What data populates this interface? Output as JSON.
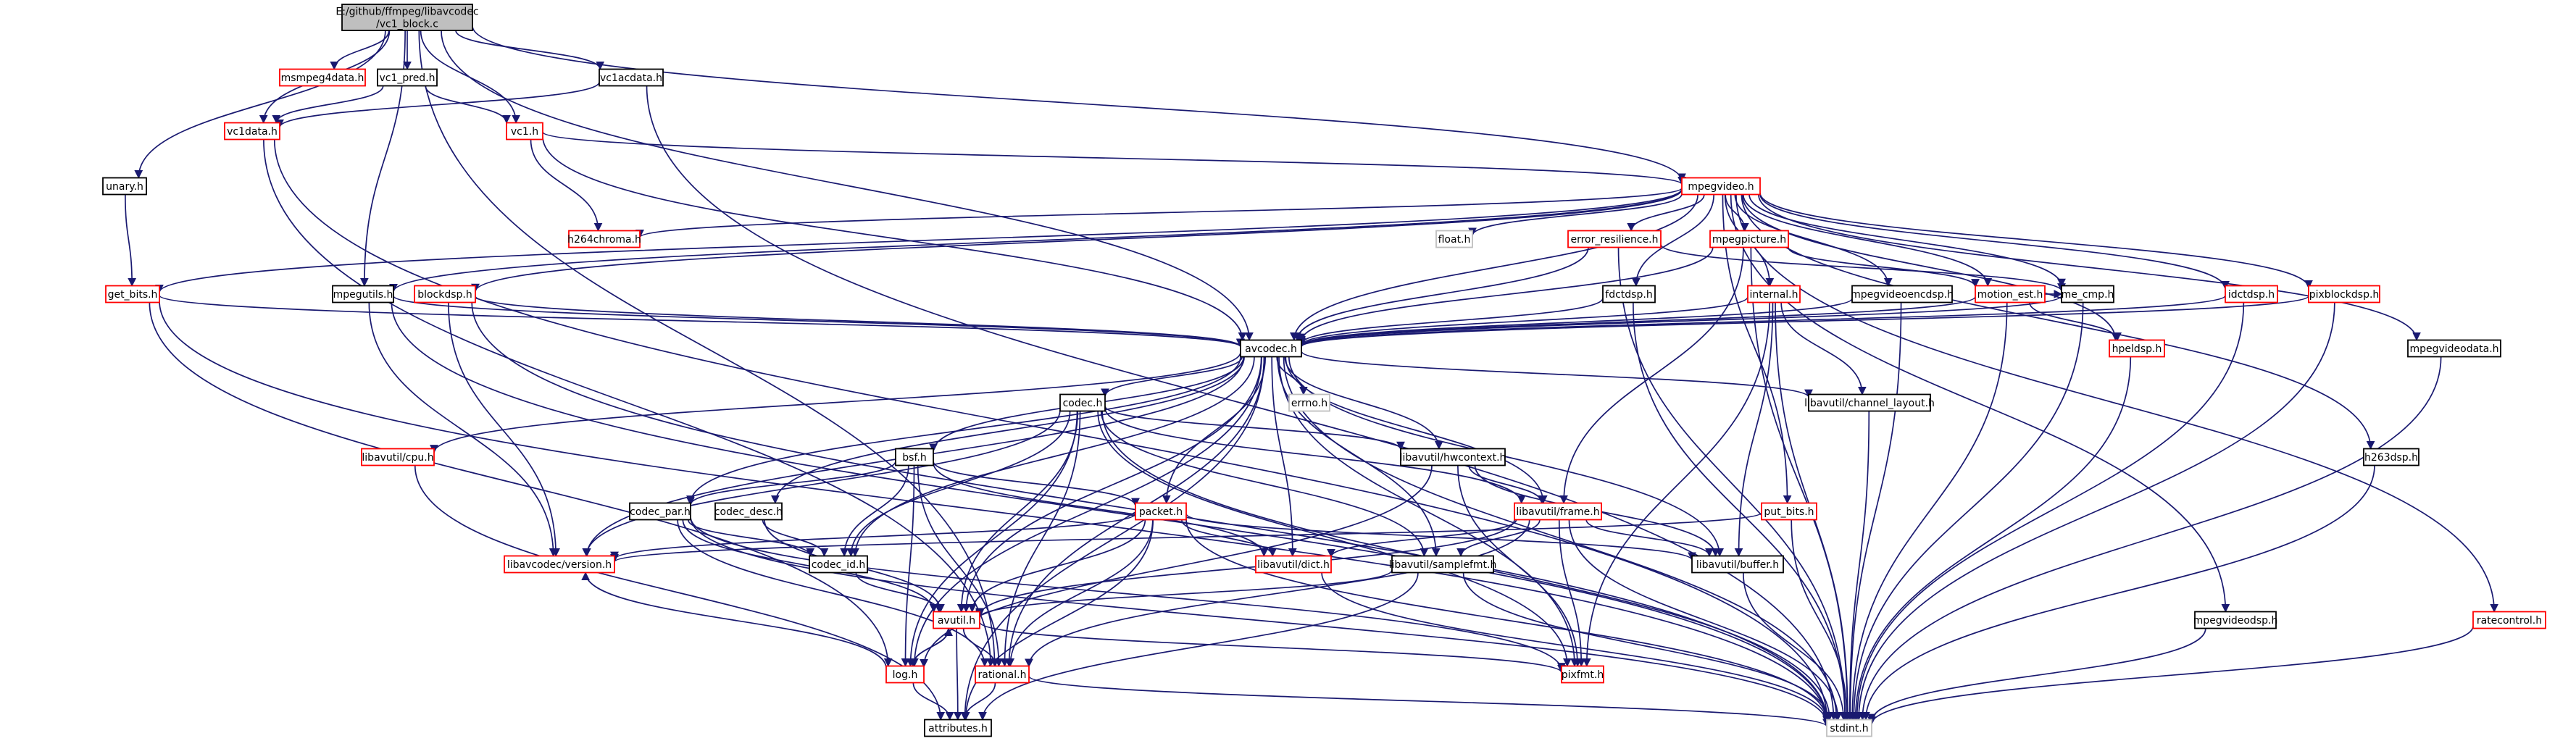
{
  "graph": {
    "root": "E:/github/ffmpeg/libavcodec/vc1_block.c",
    "colors": {
      "edge": "#191970",
      "root_fill": "#bfbfbf",
      "root_border": "#000000",
      "local_border": "#000000",
      "linked_border": "#ff0000",
      "external_border": "#bfbfbf",
      "node_fill": "#ffffff",
      "text": "#000000"
    },
    "nodes": [
      {
        "id": "root",
        "lines": [
          "E:/github/ffmpeg/libavcodec",
          "/vc1_block.c"
        ],
        "style": "root"
      },
      {
        "id": "msmpeg4data",
        "lines": [
          "msmpeg4data.h"
        ],
        "style": "linked"
      },
      {
        "id": "vc1_pred",
        "lines": [
          "vc1_pred.h"
        ],
        "style": "local"
      },
      {
        "id": "vc1acdata",
        "lines": [
          "vc1acdata.h"
        ],
        "style": "local"
      },
      {
        "id": "vc1data",
        "lines": [
          "vc1data.h"
        ],
        "style": "linked"
      },
      {
        "id": "vc1",
        "lines": [
          "vc1.h"
        ],
        "style": "linked"
      },
      {
        "id": "unary",
        "lines": [
          "unary.h"
        ],
        "style": "local"
      },
      {
        "id": "mpegvideo",
        "lines": [
          "mpegvideo.h"
        ],
        "style": "linked"
      },
      {
        "id": "h264chroma",
        "lines": [
          "h264chroma.h"
        ],
        "style": "linked"
      },
      {
        "id": "float",
        "lines": [
          "float.h"
        ],
        "style": "external"
      },
      {
        "id": "error_resilience",
        "lines": [
          "error_resilience.h"
        ],
        "style": "linked"
      },
      {
        "id": "mpegpicture",
        "lines": [
          "mpegpicture.h"
        ],
        "style": "linked"
      },
      {
        "id": "get_bits",
        "lines": [
          "get_bits.h"
        ],
        "style": "linked"
      },
      {
        "id": "mpegutils",
        "lines": [
          "mpegutils.h"
        ],
        "style": "local"
      },
      {
        "id": "blockdsp",
        "lines": [
          "blockdsp.h"
        ],
        "style": "linked"
      },
      {
        "id": "fdctdsp",
        "lines": [
          "fdctdsp.h"
        ],
        "style": "local"
      },
      {
        "id": "internal",
        "lines": [
          "internal.h"
        ],
        "style": "linked"
      },
      {
        "id": "mpegvideoencdsp",
        "lines": [
          "mpegvideoencdsp.h"
        ],
        "style": "local"
      },
      {
        "id": "motion_est",
        "lines": [
          "motion_est.h"
        ],
        "style": "linked"
      },
      {
        "id": "me_cmp",
        "lines": [
          "me_cmp.h"
        ],
        "style": "local"
      },
      {
        "id": "idctdsp",
        "lines": [
          "idctdsp.h"
        ],
        "style": "linked"
      },
      {
        "id": "pixblockdsp",
        "lines": [
          "pixblockdsp.h"
        ],
        "style": "linked"
      },
      {
        "id": "mpegvideodata",
        "lines": [
          "mpegvideodata.h"
        ],
        "style": "local"
      },
      {
        "id": "avcodec",
        "lines": [
          "avcodec.h"
        ],
        "style": "local"
      },
      {
        "id": "hpeldsp",
        "lines": [
          "hpeldsp.h"
        ],
        "style": "linked"
      },
      {
        "id": "errno",
        "lines": [
          "errno.h"
        ],
        "style": "external"
      },
      {
        "id": "codec",
        "lines": [
          "codec.h"
        ],
        "style": "local"
      },
      {
        "id": "channel_layout",
        "lines": [
          "libavutil/channel_layout.h"
        ],
        "style": "local"
      },
      {
        "id": "cpu",
        "lines": [
          "libavutil/cpu.h"
        ],
        "style": "linked"
      },
      {
        "id": "bsf",
        "lines": [
          "bsf.h"
        ],
        "style": "local"
      },
      {
        "id": "hwcontext",
        "lines": [
          "libavutil/hwcontext.h"
        ],
        "style": "local"
      },
      {
        "id": "h263dsp",
        "lines": [
          "h263dsp.h"
        ],
        "style": "local"
      },
      {
        "id": "codec_par",
        "lines": [
          "codec_par.h"
        ],
        "style": "local"
      },
      {
        "id": "codec_desc",
        "lines": [
          "codec_desc.h"
        ],
        "style": "local"
      },
      {
        "id": "packet",
        "lines": [
          "packet.h"
        ],
        "style": "linked"
      },
      {
        "id": "frame",
        "lines": [
          "libavutil/frame.h"
        ],
        "style": "linked"
      },
      {
        "id": "put_bits",
        "lines": [
          "put_bits.h"
        ],
        "style": "linked"
      },
      {
        "id": "version",
        "lines": [
          "libavcodec/version.h"
        ],
        "style": "linked"
      },
      {
        "id": "codec_id",
        "lines": [
          "codec_id.h"
        ],
        "style": "local"
      },
      {
        "id": "dict",
        "lines": [
          "libavutil/dict.h"
        ],
        "style": "linked"
      },
      {
        "id": "samplefmt",
        "lines": [
          "libavutil/samplefmt.h"
        ],
        "style": "local"
      },
      {
        "id": "buffer",
        "lines": [
          "libavutil/buffer.h"
        ],
        "style": "local"
      },
      {
        "id": "avutil",
        "lines": [
          "avutil.h"
        ],
        "style": "linked"
      },
      {
        "id": "mpegvideodsp",
        "lines": [
          "mpegvideodsp.h"
        ],
        "style": "local"
      },
      {
        "id": "ratecontrol",
        "lines": [
          "ratecontrol.h"
        ],
        "style": "linked"
      },
      {
        "id": "log",
        "lines": [
          "log.h"
        ],
        "style": "linked"
      },
      {
        "id": "rational",
        "lines": [
          "rational.h"
        ],
        "style": "linked"
      },
      {
        "id": "pixfmt",
        "lines": [
          "pixfmt.h"
        ],
        "style": "linked"
      },
      {
        "id": "attributes",
        "lines": [
          "attributes.h"
        ],
        "style": "local"
      },
      {
        "id": "stdint",
        "lines": [
          "stdint.h"
        ],
        "style": "external"
      }
    ],
    "edges": [
      [
        "root",
        "msmpeg4data"
      ],
      [
        "root",
        "vc1_pred"
      ],
      [
        "root",
        "vc1acdata"
      ],
      [
        "root",
        "vc1data"
      ],
      [
        "root",
        "vc1"
      ],
      [
        "root",
        "unary"
      ],
      [
        "root",
        "mpegvideo"
      ],
      [
        "root",
        "avcodec"
      ],
      [
        "root",
        "mpegutils"
      ],
      [
        "root",
        "rational"
      ],
      [
        "vc1_pred",
        "vc1data"
      ],
      [
        "vc1_pred",
        "vc1"
      ],
      [
        "vc1acdata",
        "vc1data"
      ],
      [
        "vc1acdata",
        "stdint"
      ],
      [
        "vc1data",
        "stdint"
      ],
      [
        "vc1data",
        "rational"
      ],
      [
        "vc1",
        "mpegvideo"
      ],
      [
        "vc1",
        "h264chroma"
      ],
      [
        "vc1",
        "avcodec"
      ],
      [
        "unary",
        "get_bits"
      ],
      [
        "get_bits",
        "stdint"
      ],
      [
        "get_bits",
        "avcodec"
      ],
      [
        "get_bits",
        "log"
      ],
      [
        "mpegvideo",
        "h264chroma"
      ],
      [
        "mpegvideo",
        "float"
      ],
      [
        "mpegvideo",
        "error_resilience"
      ],
      [
        "mpegvideo",
        "mpegpicture"
      ],
      [
        "mpegvideo",
        "get_bits"
      ],
      [
        "mpegvideo",
        "mpegutils"
      ],
      [
        "mpegvideo",
        "blockdsp"
      ],
      [
        "mpegvideo",
        "fdctdsp"
      ],
      [
        "mpegvideo",
        "internal"
      ],
      [
        "mpegvideo",
        "mpegvideoencdsp"
      ],
      [
        "mpegvideo",
        "motion_est"
      ],
      [
        "mpegvideo",
        "me_cmp"
      ],
      [
        "mpegvideo",
        "idctdsp"
      ],
      [
        "mpegvideo",
        "pixblockdsp"
      ],
      [
        "mpegvideo",
        "mpegvideodata"
      ],
      [
        "mpegvideo",
        "hpeldsp"
      ],
      [
        "mpegvideo",
        "h263dsp"
      ],
      [
        "mpegvideo",
        "put_bits"
      ],
      [
        "mpegvideo",
        "mpegvideodsp"
      ],
      [
        "mpegvideo",
        "ratecontrol"
      ],
      [
        "mpegvideo",
        "avcodec"
      ],
      [
        "error_resilience",
        "stdint"
      ],
      [
        "error_resilience",
        "avcodec"
      ],
      [
        "error_resilience",
        "me_cmp"
      ],
      [
        "mpegpicture",
        "avcodec"
      ],
      [
        "mpegpicture",
        "motion_est"
      ],
      [
        "mpegpicture",
        "frame"
      ],
      [
        "mpegpicture",
        "stdint"
      ],
      [
        "mpegutils",
        "avcodec"
      ],
      [
        "mpegutils",
        "stdint"
      ],
      [
        "mpegutils",
        "version"
      ],
      [
        "blockdsp",
        "stdint"
      ],
      [
        "blockdsp",
        "avcodec"
      ],
      [
        "blockdsp",
        "version"
      ],
      [
        "fdctdsp",
        "avcodec"
      ],
      [
        "fdctdsp",
        "stdint"
      ],
      [
        "internal",
        "avcodec"
      ],
      [
        "internal",
        "channel_layout"
      ],
      [
        "internal",
        "buffer"
      ],
      [
        "internal",
        "pixfmt"
      ],
      [
        "internal",
        "stdint"
      ],
      [
        "mpegvideoencdsp",
        "avcodec"
      ],
      [
        "mpegvideoencdsp",
        "stdint"
      ],
      [
        "motion_est",
        "avcodec"
      ],
      [
        "motion_est",
        "hpeldsp"
      ],
      [
        "motion_est",
        "me_cmp"
      ],
      [
        "motion_est",
        "stdint"
      ],
      [
        "me_cmp",
        "avcodec"
      ],
      [
        "me_cmp",
        "stdint"
      ],
      [
        "idctdsp",
        "avcodec"
      ],
      [
        "idctdsp",
        "stdint"
      ],
      [
        "pixblockdsp",
        "avcodec"
      ],
      [
        "pixblockdsp",
        "stdint"
      ],
      [
        "hpeldsp",
        "stdint"
      ],
      [
        "mpegvideodata",
        "stdint"
      ],
      [
        "h263dsp",
        "stdint"
      ],
      [
        "mpegvideodsp",
        "stdint"
      ],
      [
        "ratecontrol",
        "stdint"
      ],
      [
        "put_bits",
        "stdint"
      ],
      [
        "put_bits",
        "version"
      ],
      [
        "avcodec",
        "errno"
      ],
      [
        "avcodec",
        "codec"
      ],
      [
        "avcodec",
        "channel_layout"
      ],
      [
        "avcodec",
        "cpu"
      ],
      [
        "avcodec",
        "bsf"
      ],
      [
        "avcodec",
        "hwcontext"
      ],
      [
        "avcodec",
        "codec_par"
      ],
      [
        "avcodec",
        "codec_desc"
      ],
      [
        "avcodec",
        "packet"
      ],
      [
        "avcodec",
        "frame"
      ],
      [
        "avcodec",
        "version"
      ],
      [
        "avcodec",
        "codec_id"
      ],
      [
        "avcodec",
        "dict"
      ],
      [
        "avcodec",
        "samplefmt"
      ],
      [
        "avcodec",
        "buffer"
      ],
      [
        "avcodec",
        "avutil"
      ],
      [
        "avcodec",
        "log"
      ],
      [
        "avcodec",
        "rational"
      ],
      [
        "avcodec",
        "pixfmt"
      ],
      [
        "avcodec",
        "attributes"
      ],
      [
        "avcodec",
        "stdint"
      ],
      [
        "codec",
        "hwcontext"
      ],
      [
        "codec",
        "samplefmt"
      ],
      [
        "codec",
        "frame"
      ],
      [
        "codec",
        "pixfmt"
      ],
      [
        "codec",
        "rational"
      ],
      [
        "codec",
        "log"
      ],
      [
        "codec",
        "avutil"
      ],
      [
        "codec",
        "codec_id"
      ],
      [
        "codec",
        "version"
      ],
      [
        "codec",
        "stdint"
      ],
      [
        "channel_layout",
        "stdint"
      ],
      [
        "cpu",
        "attributes"
      ],
      [
        "bsf",
        "codec_par"
      ],
      [
        "bsf",
        "codec_id"
      ],
      [
        "bsf",
        "packet"
      ],
      [
        "bsf",
        "dict"
      ],
      [
        "bsf",
        "log"
      ],
      [
        "bsf",
        "rational"
      ],
      [
        "hwcontext",
        "frame"
      ],
      [
        "hwcontext",
        "buffer"
      ],
      [
        "hwcontext",
        "pixfmt"
      ],
      [
        "hwcontext",
        "log"
      ],
      [
        "codec_par",
        "codec_id"
      ],
      [
        "codec_par",
        "avutil"
      ],
      [
        "codec_par",
        "rational"
      ],
      [
        "codec_par",
        "pixfmt"
      ],
      [
        "codec_par",
        "stdint"
      ],
      [
        "codec_desc",
        "codec_id"
      ],
      [
        "codec_desc",
        "avutil"
      ],
      [
        "packet",
        "dict"
      ],
      [
        "packet",
        "buffer"
      ],
      [
        "packet",
        "rational"
      ],
      [
        "packet",
        "attributes"
      ],
      [
        "packet",
        "stdint"
      ],
      [
        "packet",
        "version"
      ],
      [
        "packet",
        "avutil"
      ],
      [
        "frame",
        "buffer"
      ],
      [
        "frame",
        "dict"
      ],
      [
        "frame",
        "samplefmt"
      ],
      [
        "frame",
        "pixfmt"
      ],
      [
        "frame",
        "rational"
      ],
      [
        "frame",
        "avutil"
      ],
      [
        "frame",
        "stdint"
      ],
      [
        "codec_id",
        "avutil"
      ],
      [
        "dict",
        "stdint"
      ],
      [
        "samplefmt",
        "avutil"
      ],
      [
        "samplefmt",
        "attributes"
      ],
      [
        "samplefmt",
        "stdint"
      ],
      [
        "buffer",
        "stdint"
      ],
      [
        "avutil",
        "log"
      ],
      [
        "avutil",
        "rational"
      ],
      [
        "avutil",
        "pixfmt"
      ],
      [
        "avutil",
        "attributes"
      ],
      [
        "log",
        "avutil"
      ],
      [
        "log",
        "attributes"
      ],
      [
        "log",
        "version"
      ],
      [
        "rational",
        "attributes"
      ],
      [
        "rational",
        "stdint"
      ]
    ]
  }
}
